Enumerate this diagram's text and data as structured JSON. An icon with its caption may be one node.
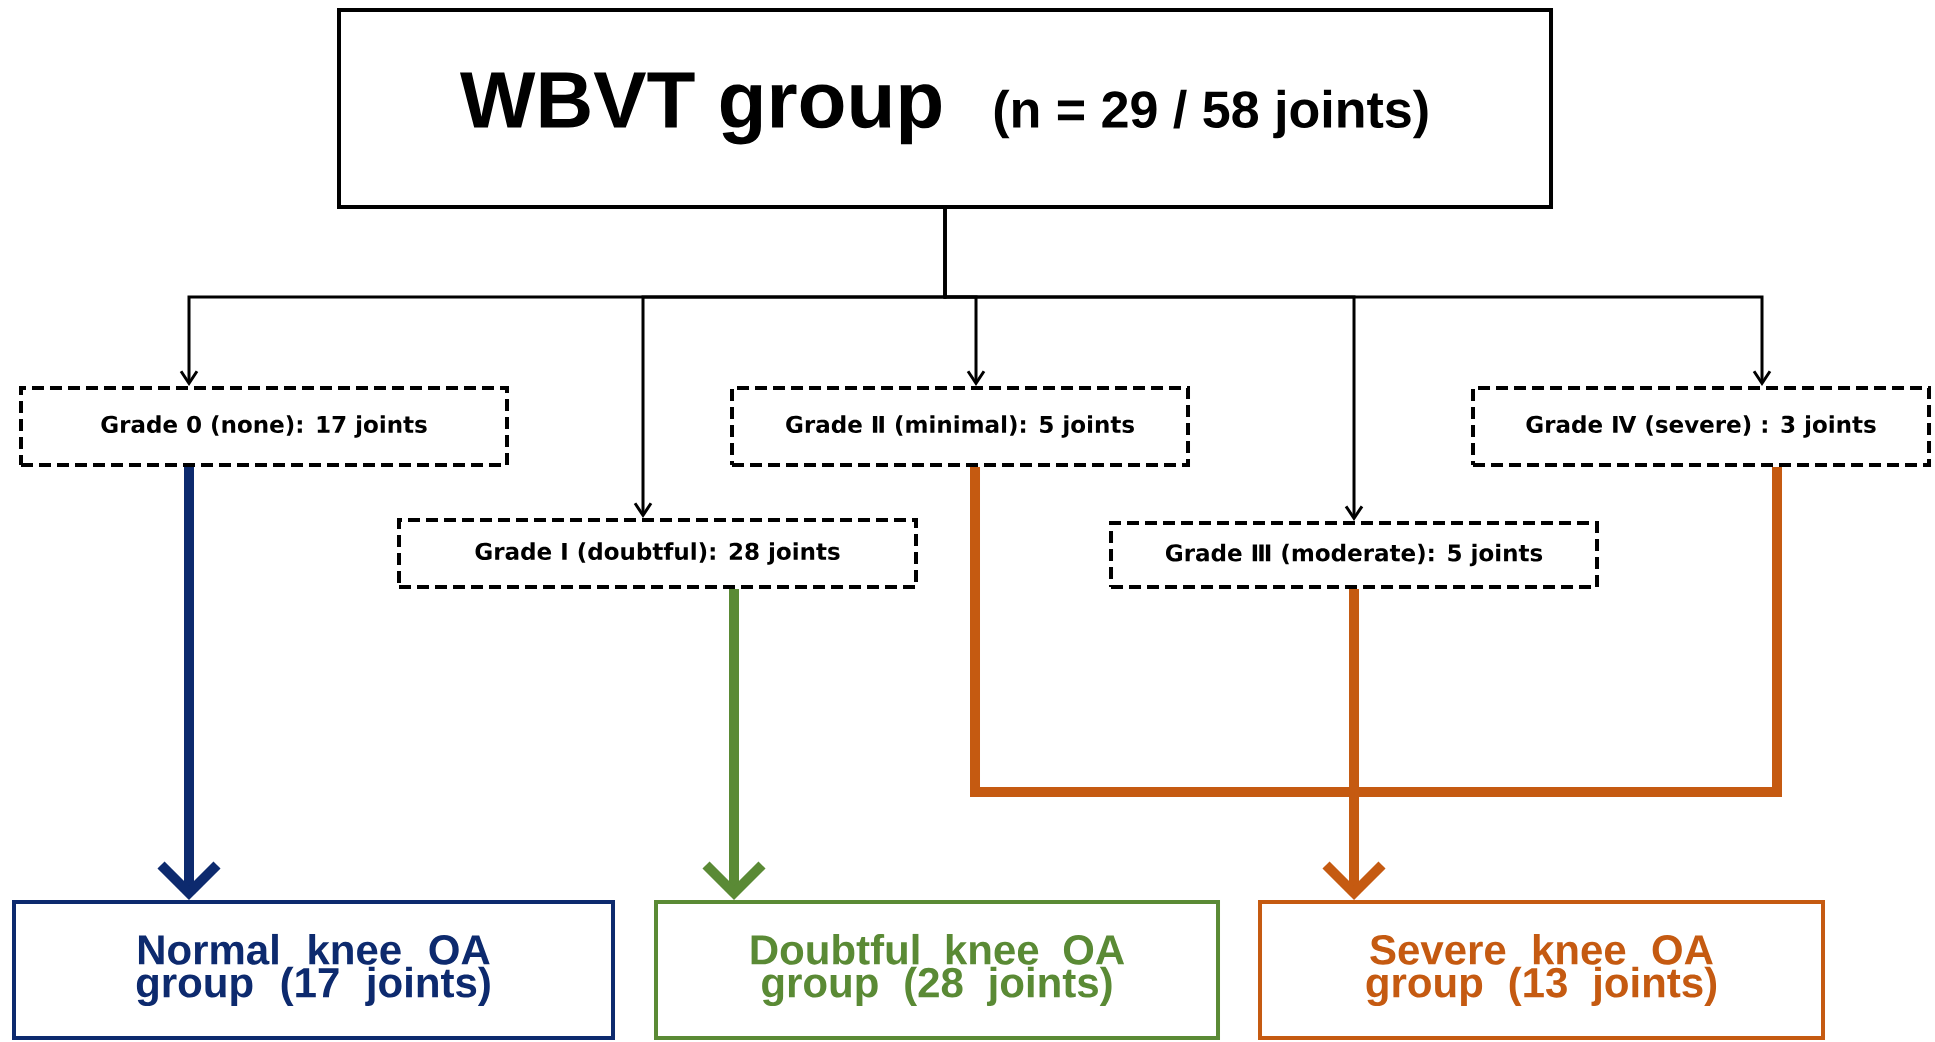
{
  "diagram": {
    "nodes": [
      {
        "text": [
          "WBVT group",
          "(n = 29 / 58 joints)"
        ]
      },
      {
        "text": [
          "Grade 0 (none): 17 joints"
        ]
      },
      {
        "text": [
          "Grade Ⅰ (doubtful): 28 joints"
        ]
      },
      {
        "text": [
          "Grade Ⅱ (minimal): 5 joints"
        ]
      },
      {
        "text": [
          "Grade Ⅲ (moderate): 5 joints"
        ]
      },
      {
        "text": [
          "Grade Ⅳ (severe) : 3 joints"
        ]
      },
      {
        "text": [
          "Normal knee OA group (17 joints)"
        ]
      },
      {
        "text": [
          "Doubtful knee OA group (28 joints)"
        ]
      },
      {
        "text": [
          "Severe knee OA group (13 joints)"
        ]
      }
    ],
    "edges": [
      {
        "from": 0,
        "to": 1,
        "arrow": "to"
      },
      {
        "from": 0,
        "to": 2,
        "arrow": "to"
      },
      {
        "from": 0,
        "to": 3,
        "arrow": "to"
      },
      {
        "from": 0,
        "to": 4,
        "arrow": "to"
      },
      {
        "from": 0,
        "to": 5,
        "arrow": "to"
      },
      {
        "from": 1,
        "to": 6,
        "arrow": "to",
        "style": "thick",
        "color": "#0d2a6e"
      },
      {
        "from": 2,
        "to": 7,
        "arrow": "to",
        "style": "thick",
        "color": "#5a8a35"
      },
      {
        "from": 3,
        "to": 8,
        "arrow": "to",
        "style": "thick",
        "color": "#c55a11"
      },
      {
        "from": 4,
        "to": 8,
        "arrow": "to",
        "style": "thick",
        "color": "#c55a11"
      },
      {
        "from": 5,
        "to": 8,
        "arrow": "to",
        "style": "thick",
        "color": "#c55a11"
      }
    ]
  }
}
